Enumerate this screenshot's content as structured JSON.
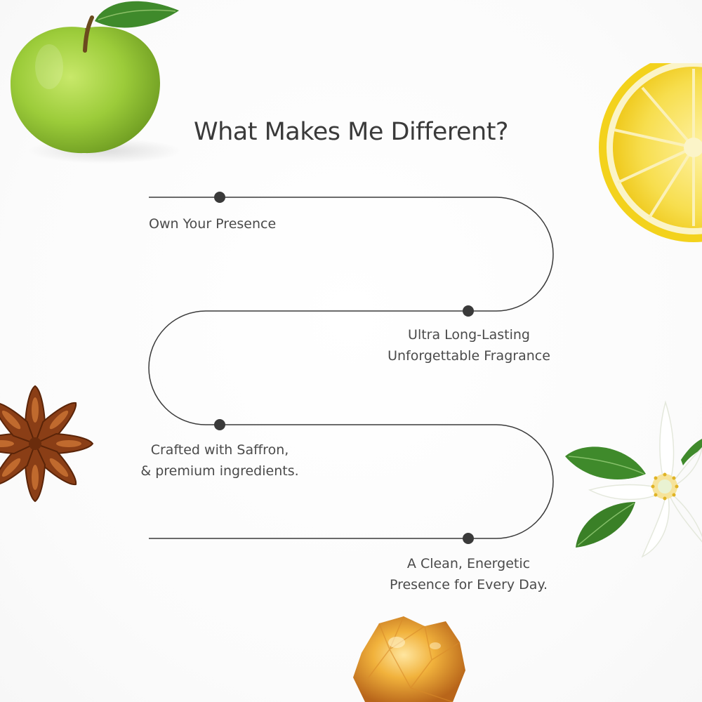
{
  "title": "What Makes Me Different?",
  "features": [
    {
      "lines": [
        "Own Your Presence"
      ]
    },
    {
      "lines": [
        "Ultra Long-Lasting",
        "Unforgettable Fragrance"
      ]
    },
    {
      "lines": [
        "Crafted with Saffron,",
        "& premium ingredients."
      ]
    },
    {
      "lines": [
        "A Clean, Energetic",
        "Presence for Every Day."
      ]
    }
  ],
  "decorations": [
    "green-apple",
    "lemon-slice",
    "star-anise",
    "white-flower",
    "amber-resin"
  ],
  "colors": {
    "text": "#3a3a3a",
    "line": "#3a3a3a",
    "background": "#ffffff"
  }
}
